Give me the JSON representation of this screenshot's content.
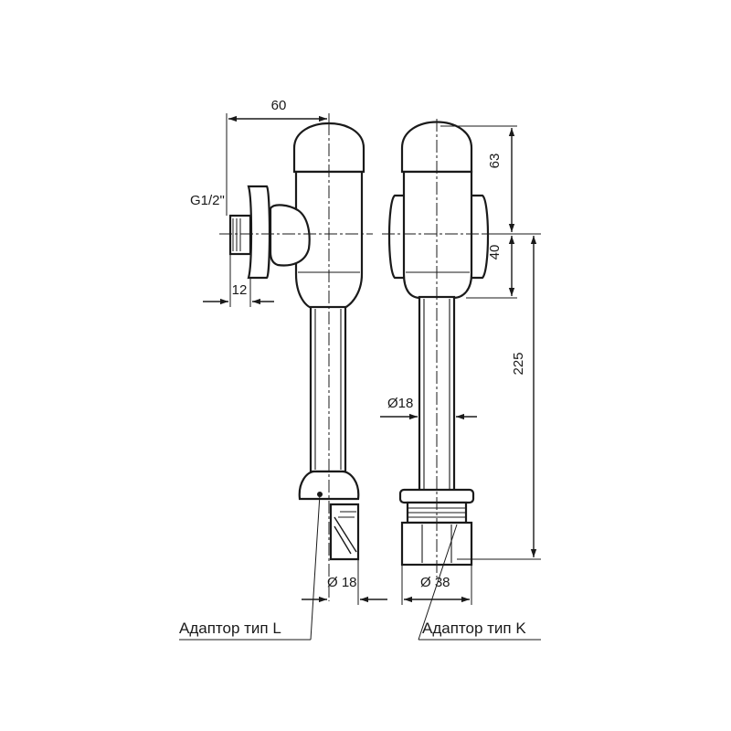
{
  "dimensions": {
    "width_top": "60",
    "thread": "G1/2\"",
    "thread_length": "12",
    "head_height": "63",
    "body_height": "40",
    "pipe_length": "225",
    "pipe_diameter": "Ø18",
    "adapter_l_diameter": "Ø 18",
    "adapter_k_diameter": "Ø 38"
  },
  "captions": {
    "adapter_l": "Адаптор тип L",
    "adapter_k": "Адаптор тип K"
  }
}
